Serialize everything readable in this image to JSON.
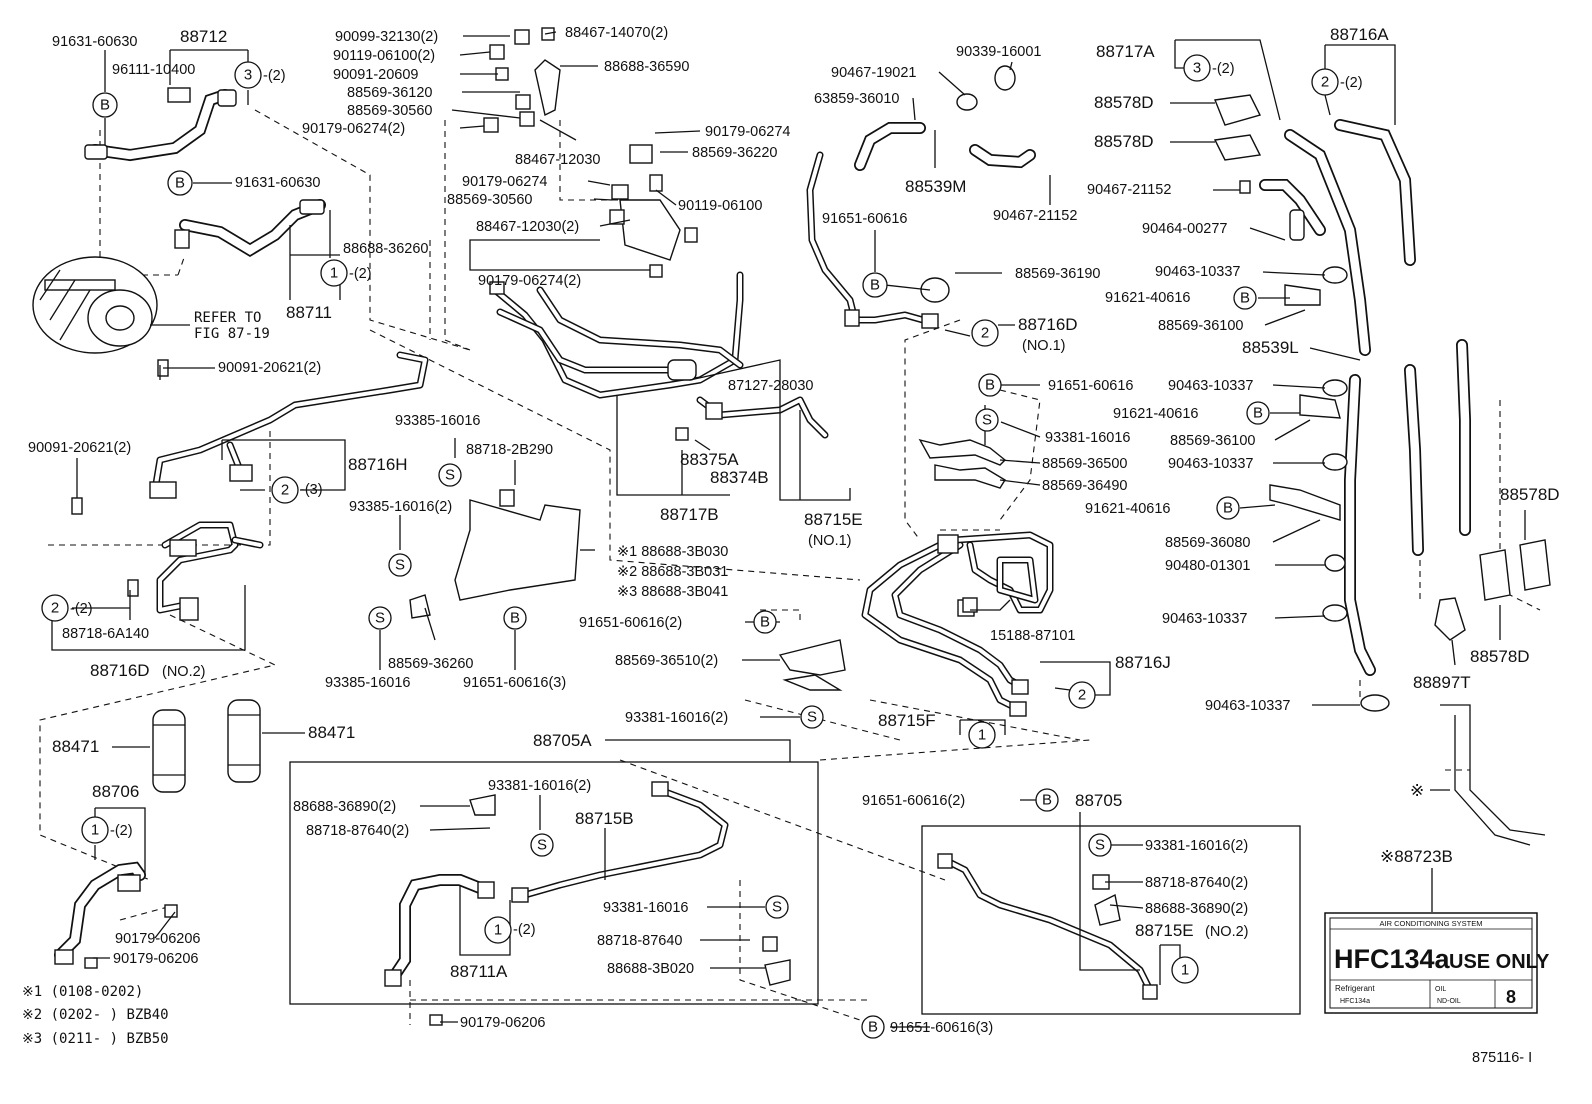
{
  "labels": {
    "p91631_60630_a": "91631-60630",
    "p88712": "88712",
    "p96111_10400": "96111-10400",
    "q3_a": "-(2)",
    "p91631_60630_b": "91631-60630",
    "p88688_36260": "88688-36260",
    "q1_a": "-(2)",
    "p88711": "88711",
    "refer_line1": "REFER TO",
    "refer_line2": "FIG 87-19",
    "p90091_20621_a": "90091-20621(2)",
    "p90091_20621_b": "90091-20621(2)",
    "p88716H": "88716H",
    "q2_a": "-(3)",
    "q2_b": "-(2)",
    "p88718_6A140": "88718-6A140",
    "p88716D_no2": "88716D",
    "p88716D_no2_sub": "(NO.2)",
    "p88471_a": "88471",
    "p88471_b": "88471",
    "p88706": "88706",
    "q1_b": "-(2)",
    "p90179_06206_a": "90179-06206",
    "p90179_06206_b": "90179-06206",
    "note1": "※1  (0108-0202)",
    "note2": "※2  (0202-       ) BZB40",
    "note3": "※3  (0211-       ) BZB50",
    "p90099_32130": "90099-32130(2)",
    "p90119_06100_a": "90119-06100(2)",
    "p90091_20609": "90091-20609",
    "p88569_36120": "88569-36120",
    "p88569_30560_a": "88569-30560",
    "p90179_06274_a": "90179-06274(2)",
    "p88467_14070": "88467-14070(2)",
    "p88688_36590": "88688-36590",
    "p88467_12030_a": "88467-12030",
    "p90179_06274_b": "90179-06274",
    "p88569_36220": "88569-36220",
    "p90179_06274_c": "90179-06274",
    "p88569_30560_b": "88569-30560",
    "p90119_06100_b": "90119-06100",
    "p88467_12030_b": "88467-12030(2)",
    "p90179_06274_d": "90179-06274(2)",
    "p87127_28030": "87127-28030",
    "p88375A": "88375A",
    "p88374B": "88374B",
    "p88717B": "88717B",
    "p88715E_no1": "88715E",
    "p88715E_no1_sub": "(NO.1)",
    "p93385_16016_a": "93385-16016",
    "p88718_2B290": "88718-2B290",
    "p93385_16016_b": "93385-16016(2)",
    "n1_88688_3B030": "※1 88688-3B030",
    "n2_88688_3B031": "※2 88688-3B031",
    "n3_88688_3B041": "※3 88688-3B041",
    "p88569_36260": "88569-36260",
    "p93385_16016_c": "93385-16016",
    "p91651_60616_3a": "91651-60616(3)",
    "p88705A": "88705A",
    "p88688_36890_a": "88688-36890(2)",
    "p88718_87640_a": "88718-87640(2)",
    "p93381_16016_a": "93381-16016(2)",
    "p88715B": "88715B",
    "q1_c": "-(2)",
    "p88711A": "88711A",
    "p93381_16016_b": "93381-16016",
    "p88718_87640_b": "88718-87640",
    "p88688_3B020": "88688-3B020",
    "p90179_06206_c": "90179-06206",
    "p90467_19021": "90467-19021",
    "p90339_16001": "90339-16001",
    "p63859_36010": "63859-36010",
    "p88539M": "88539M",
    "p90467_21152_a": "90467-21152",
    "p91651_60616_a": "91651-60616",
    "p88569_36190": "88569-36190",
    "p88716D_no1": "88716D",
    "p88716D_no1_sub": "(NO.1)",
    "p91651_60616_b": "91651-60616",
    "p93381_16016_c": "93381-16016",
    "p88569_36500": "88569-36500",
    "p88569_36490": "88569-36490",
    "p91651_60616_2a": "91651-60616(2)",
    "p88569_36510": "88569-36510(2)",
    "p93381_16016_d": "93381-16016(2)",
    "p15188_87101": "15188-87101",
    "p88716J": "88716J",
    "p88715F": "88715F",
    "p91651_60616_2b": "91651-60616(2)",
    "p88705": "88705",
    "p93381_16016_e": "93381-16016(2)",
    "p88718_87640_c": "88718-87640(2)",
    "p88688_36890_b": "88688-36890(2)",
    "p88715E_no2": "88715E",
    "p88715E_no2_sub": "(NO.2)",
    "p91651_60616_3b": "91651-60616(3)",
    "p88717A": "88717A",
    "q3_b": "-(2)",
    "p88716A": "88716A",
    "q2_c": "-(2)",
    "p88578D_a": "88578D",
    "p88578D_b": "88578D",
    "p90467_21152_b": "90467-21152",
    "p90464_00277": "90464-00277",
    "p90463_10337_a": "90463-10337",
    "p91621_40616_a": "91621-40616",
    "p88569_36100_a": "88569-36100",
    "p88539L": "88539L",
    "p90463_10337_b": "90463-10337",
    "p91621_40616_b": "91621-40616",
    "p88569_36100_b": "88569-36100",
    "p90463_10337_c": "90463-10337",
    "p91621_40616_c": "91621-40616",
    "p88569_36080": "88569-36080",
    "p90480_01301": "90480-01301",
    "p90463_10337_d": "90463-10337",
    "p90463_10337_e": "90463-10337",
    "p88578D_c": "88578D",
    "p88578D_d": "88578D",
    "p88897T": "88897T",
    "p88723B_mark": "※",
    "p88723B": "※88723B",
    "footer_code": "875116-  I"
  },
  "symbols": {
    "bolt_B": "B",
    "seal_S": "S",
    "oring_1": "1",
    "oring_2": "2",
    "oring_3": "3"
  },
  "ac_label": {
    "header": "AIR CONDITIONING SYSTEM",
    "main": "HFC134a",
    "main_suffix": "USE ONLY",
    "refrigerant_label": "Refrigerant",
    "refrigerant_value": "HFC134a",
    "oil_label": "OIL",
    "oil_value": "ND-OIL",
    "oil_number": "8"
  }
}
